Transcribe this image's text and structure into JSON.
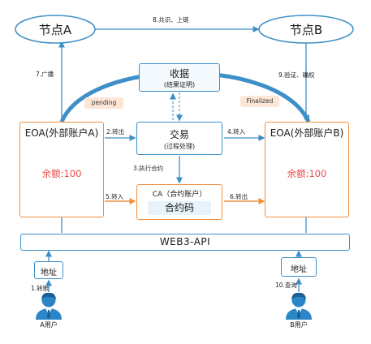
{
  "colors": {
    "line": "#3d8fc8",
    "orange": "#ef8f3f",
    "red": "#e84a4a",
    "fill": "#e6f3fb",
    "pill": "#fde6d6"
  },
  "nodes": {
    "node_a": "节点A",
    "node_b": "节点B",
    "receipt_title": "收据",
    "receipt_sub": "(结果证明)",
    "tx_title": "交易",
    "tx_sub": "(过程处理)",
    "eoa_a_title": "EOA(外部账户A)",
    "eoa_a_balance": "余额:100",
    "eoa_b_title": "EOA(外部账户B)",
    "eoa_b_balance": "余额:100",
    "ca_title": "CA（合约账户）",
    "ca_code": "合约码",
    "api": "WEB3-API",
    "addr_a": "地址",
    "addr_b": "地址",
    "user_a": "A用户",
    "user_b": "B用户"
  },
  "edges": {
    "e1": "1.转账",
    "e2": "2.转出",
    "e3": "3.执行合约",
    "e4": "4.转入",
    "e5": "5.转入",
    "e6": "6.转出",
    "e7": "7.广播",
    "e8": "8.共识、上链",
    "e9": "9.验证、确权",
    "e10": "10.查询"
  },
  "badges": {
    "pending": "pending",
    "finalized": "Finalized"
  },
  "icons": {
    "user": "user-icon"
  }
}
